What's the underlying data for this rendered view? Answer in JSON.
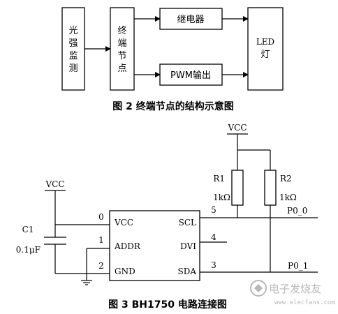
{
  "diagram1": {
    "blocks": {
      "sensor": [
        "光",
        "强",
        "监",
        "测"
      ],
      "node": [
        "终",
        "端",
        "节",
        "点"
      ],
      "relay": "继电器",
      "pwm": "PWM输出",
      "led": [
        "LED",
        "灯"
      ]
    },
    "caption": "图 2 终端节点的结构示意图"
  },
  "diagram2": {
    "vcc_top": "VCC",
    "vcc_left": "VCC",
    "r1": "R1",
    "r1_value": "1kΩ",
    "r2": "R2",
    "r2_value": "1kΩ",
    "c1": "C1",
    "c1_value": "0.1μF",
    "chip_pins_left": [
      "VCC",
      "ADDR",
      "GND"
    ],
    "chip_pins_right": [
      "SCL",
      "DVI",
      "SDA"
    ],
    "pin_numbers_left": [
      "0",
      "1",
      "2"
    ],
    "pin_numbers_right": [
      "5",
      "4",
      "3"
    ],
    "net_p0_0": "P0_0",
    "net_p0_1": "P0_1",
    "caption": "图 3 BH1750 电路连接图"
  },
  "watermark": {
    "logo_text": "电子发烧友",
    "url": "www.elecfans.com"
  }
}
